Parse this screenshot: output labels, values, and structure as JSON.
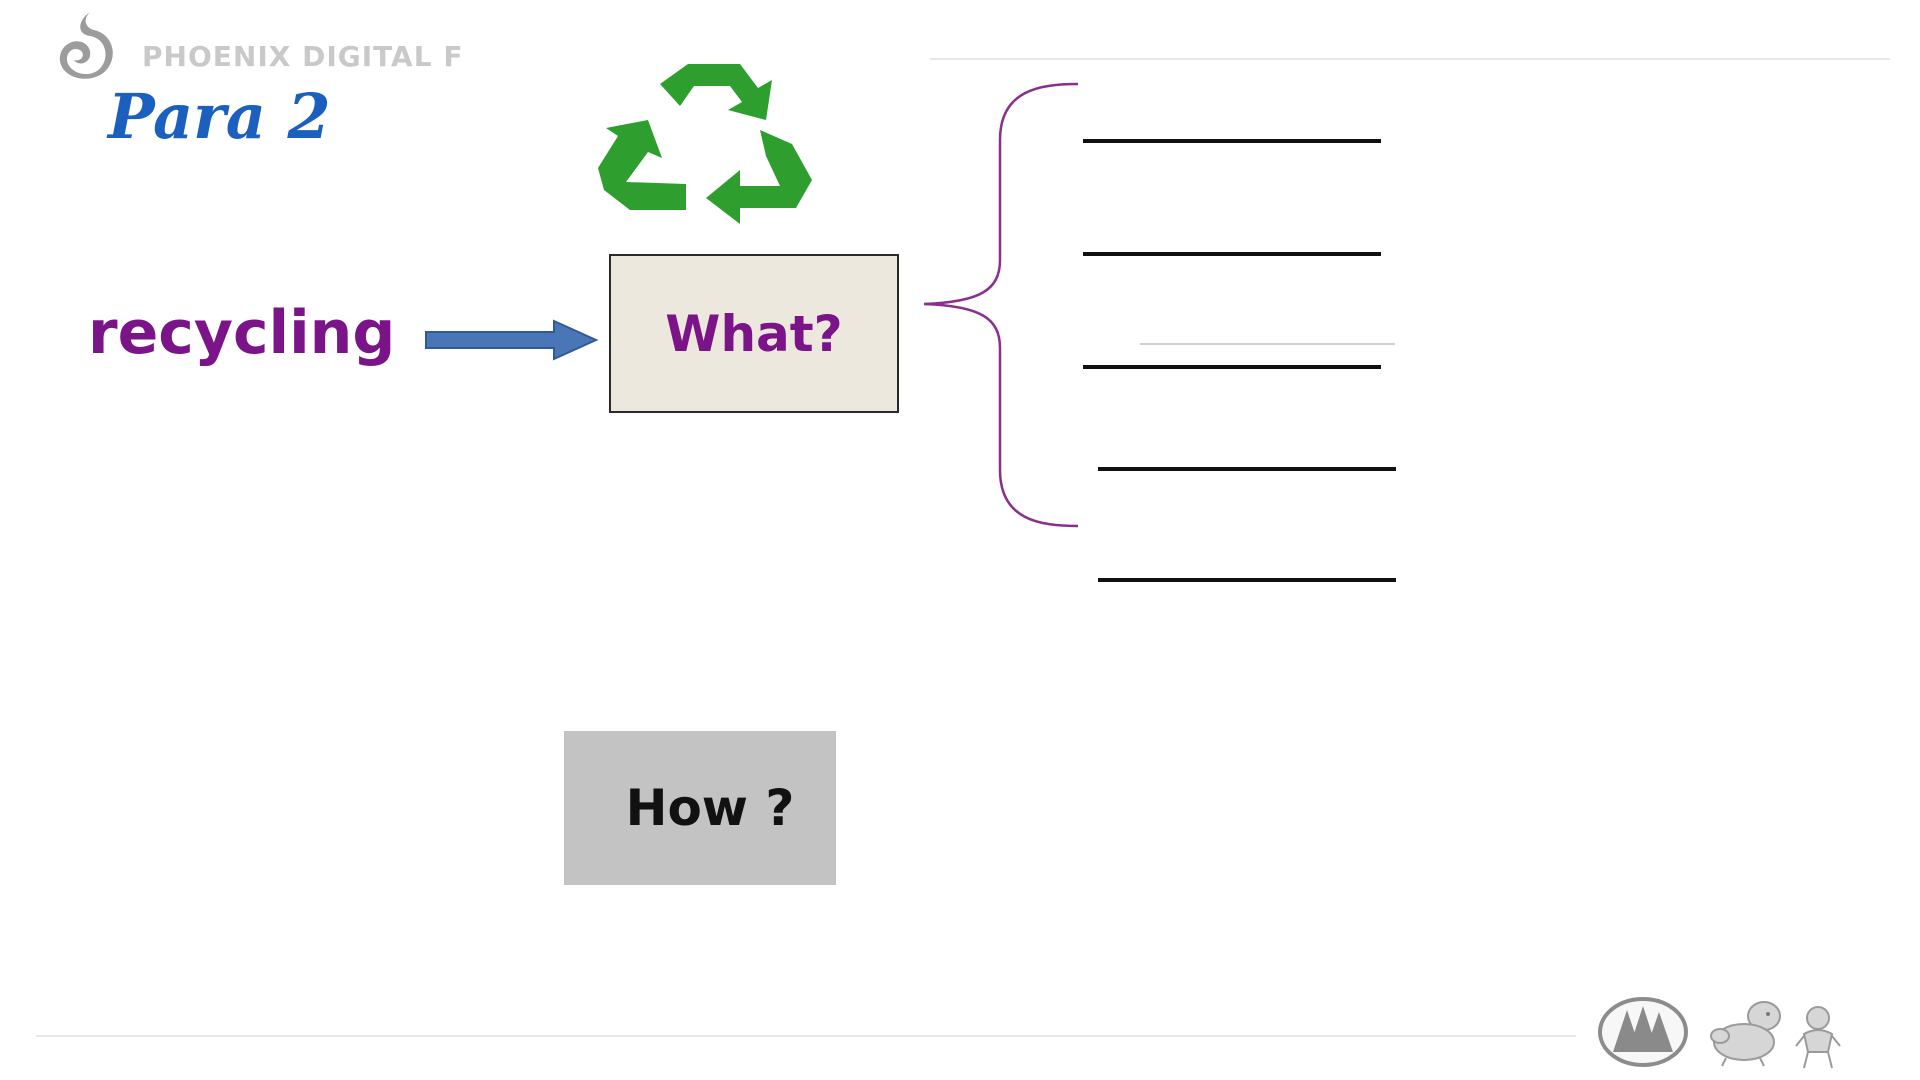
{
  "header": {
    "brand": "PHOENIX DIGITAL F",
    "title": "Para 2",
    "logo_icon": "swirl-logo-icon"
  },
  "diagram": {
    "term": "recycling",
    "what_label": "What?",
    "how_label": "How ?",
    "icons": {
      "recycle": "recycle-icon",
      "arrow": "arrow-right-icon",
      "brace": "curly-brace-icon",
      "footer": [
        "trees-badge-icon",
        "animal-icon",
        "person-icon"
      ]
    }
  },
  "colors": {
    "purple": "#7b1488",
    "title_blue": "#1b5fbf",
    "recycle_green": "#2e9e2e",
    "arrow_blue": "#4a76b8",
    "what_box_fill": "#ece8de",
    "how_box_fill": "#c3c3c3",
    "brand_gray": "#c9c9c9"
  }
}
